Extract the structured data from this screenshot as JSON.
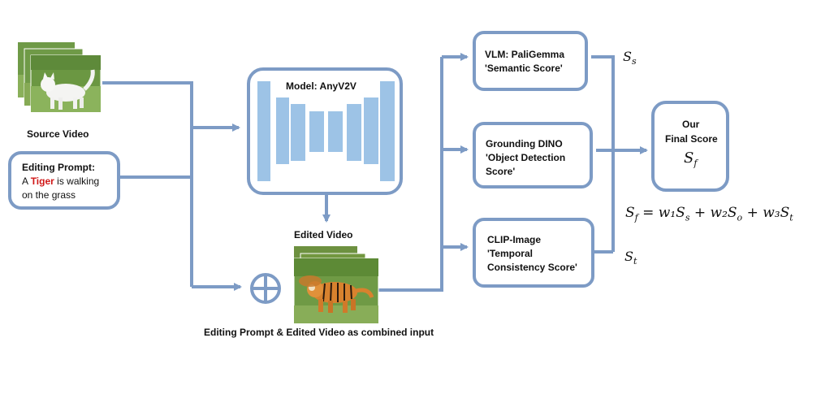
{
  "source": {
    "label": "Source Video"
  },
  "prompt": {
    "title": "Editing Prompt:",
    "line1_pre": "A ",
    "line1_highlight": "Tiger",
    "line1_post": " is walking",
    "line2": "on the grass"
  },
  "model": {
    "label": "Model: AnyV2V"
  },
  "edited": {
    "label": "Edited Video"
  },
  "combined": {
    "label": "Editing Prompt & Edited Video as combined input"
  },
  "vlm": {
    "line1": "VLM: PaliGemma",
    "line2": "'Semantic Score'"
  },
  "dino": {
    "line1": "Grounding DINO",
    "line2": "'Object Detection",
    "line3": "Score'"
  },
  "clip": {
    "line1": "CLIP-Image",
    "line2": "'Temporal",
    "line3": "Consistency Score'"
  },
  "final": {
    "line1": "Our",
    "line2": "Final Score"
  },
  "math": {
    "ss_base": "S",
    "ss_sub": "s",
    "st_base": "S",
    "st_sub": "t",
    "sf_base": "S",
    "sf_sub": "f",
    "eq_lhs": "S",
    "eq_lhs_sub": "f",
    "eq_rhs": "= w₁S_s + w₂S_o + w₃S_t"
  },
  "colors": {
    "arrow": "#7d9bc5",
    "unet": "#9dc3e6",
    "highlight": "#d01818"
  }
}
